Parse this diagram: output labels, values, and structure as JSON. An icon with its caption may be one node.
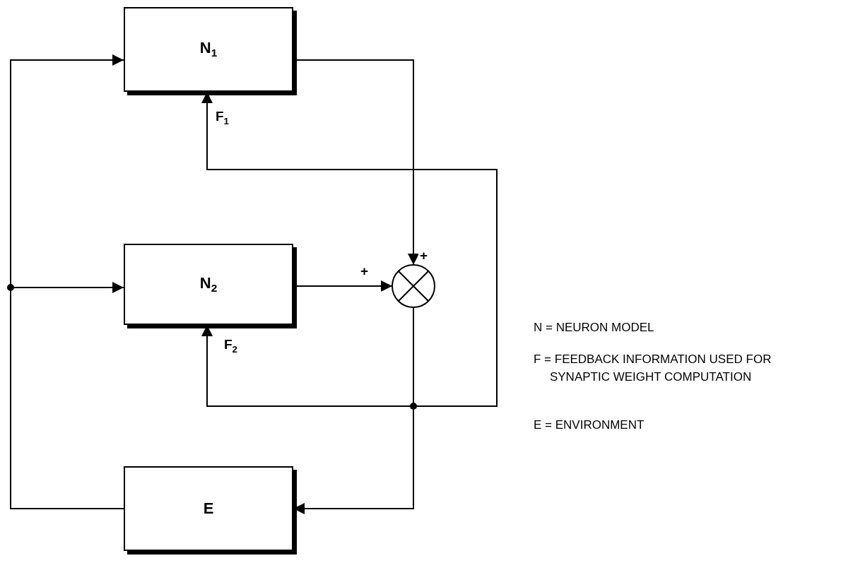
{
  "diagram": {
    "nodes": [
      {
        "text": [
          "N$_{1}$"
        ]
      },
      {
        "text": [
          "N$_{2}$"
        ]
      },
      {
        "text": [
          "E"
        ]
      },
      {
        "text": [],
        "shape": "circle"
      }
    ],
    "edges": [
      {
        "from": 0,
        "to": 3,
        "arrow": "to",
        "label": "+"
      },
      {
        "from": 1,
        "to": 3,
        "arrow": "to",
        "label": "+"
      },
      {
        "from": 2,
        "to": 0,
        "arrow": "to"
      },
      {
        "from": 2,
        "to": 1,
        "arrow": "to"
      },
      {
        "from": 3,
        "to": 0,
        "arrow": "to",
        "label": "F$_{1}$"
      },
      {
        "from": 3,
        "to": 1,
        "arrow": "to",
        "label": "F$_{2}$"
      },
      {
        "from": 3,
        "to": 2,
        "arrow": "to"
      }
    ],
    "labels": [
      "N = NEURON MODEL",
      "F = FEEDBACK INFORMATION USED FOR SYNAPTIC WEIGHT COMPUTATION",
      "E = ENVIRONMENT"
    ]
  }
}
